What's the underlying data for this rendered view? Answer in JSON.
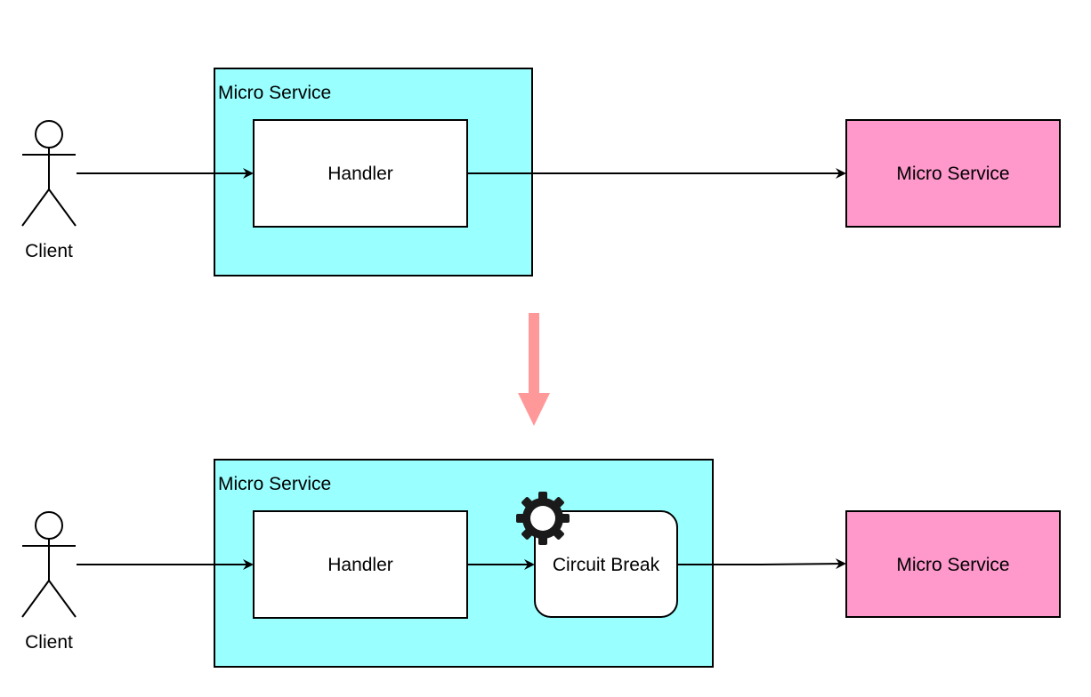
{
  "top": {
    "client_label": "Client",
    "container_label": "Micro Service",
    "handler_label": "Handler",
    "target_label": "Micro Service"
  },
  "bottom": {
    "client_label": "Client",
    "container_label": "Micro Service",
    "handler_label": "Handler",
    "breaker_label": "Circuit Break",
    "target_label": "Micro Service"
  },
  "icons": {
    "transition": "down-arrow-icon",
    "breaker": "gear-icon"
  },
  "colors": {
    "container_fill": "#99FFFF",
    "target_fill": "#FF99CC",
    "transition_arrow": "#FF9999",
    "stroke": "#000000"
  }
}
